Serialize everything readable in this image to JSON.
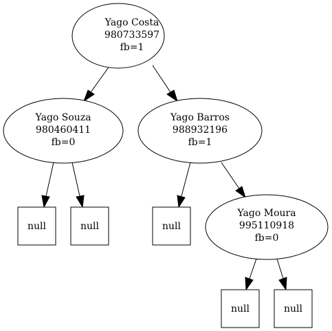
{
  "tree": {
    "nodes": {
      "costa": {
        "name": "Yago Costa",
        "phone": "980733597",
        "fb": "fb=1"
      },
      "souza": {
        "name": "Yago Souza",
        "phone": "980460411",
        "fb": "fb=0"
      },
      "barros": {
        "name": "Yago Barros",
        "phone": "988932196",
        "fb": "fb=1"
      },
      "moura": {
        "name": "Yago Moura",
        "phone": "995110918",
        "fb": "fb=0"
      }
    },
    "leaves": {
      "souza_left": "null",
      "souza_right": "null",
      "barros_left": "null",
      "moura_left": "null",
      "moura_right": "null"
    }
  }
}
